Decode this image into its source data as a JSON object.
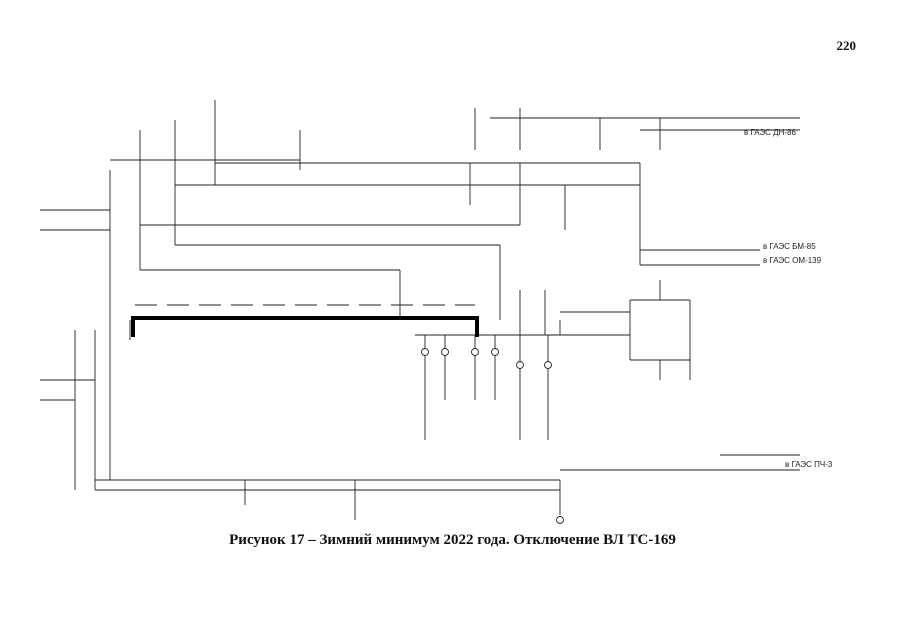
{
  "page": {
    "number": "220"
  },
  "caption": "Рисунок 17 – Зимний минимум 2022 года. Отключение ВЛ ТС-169",
  "diagram": {
    "external_connections": [
      {
        "id": "ext-1",
        "label": "в  ГАЭС  ДН-86"
      },
      {
        "id": "ext-2",
        "label": "в  ГАЭС  БМ-85"
      },
      {
        "id": "ext-3",
        "label": "в  ГАЭС  ОМ-139"
      },
      {
        "id": "ext-4",
        "label": "в  ГАЭС  ПЧ-3"
      }
    ]
  }
}
